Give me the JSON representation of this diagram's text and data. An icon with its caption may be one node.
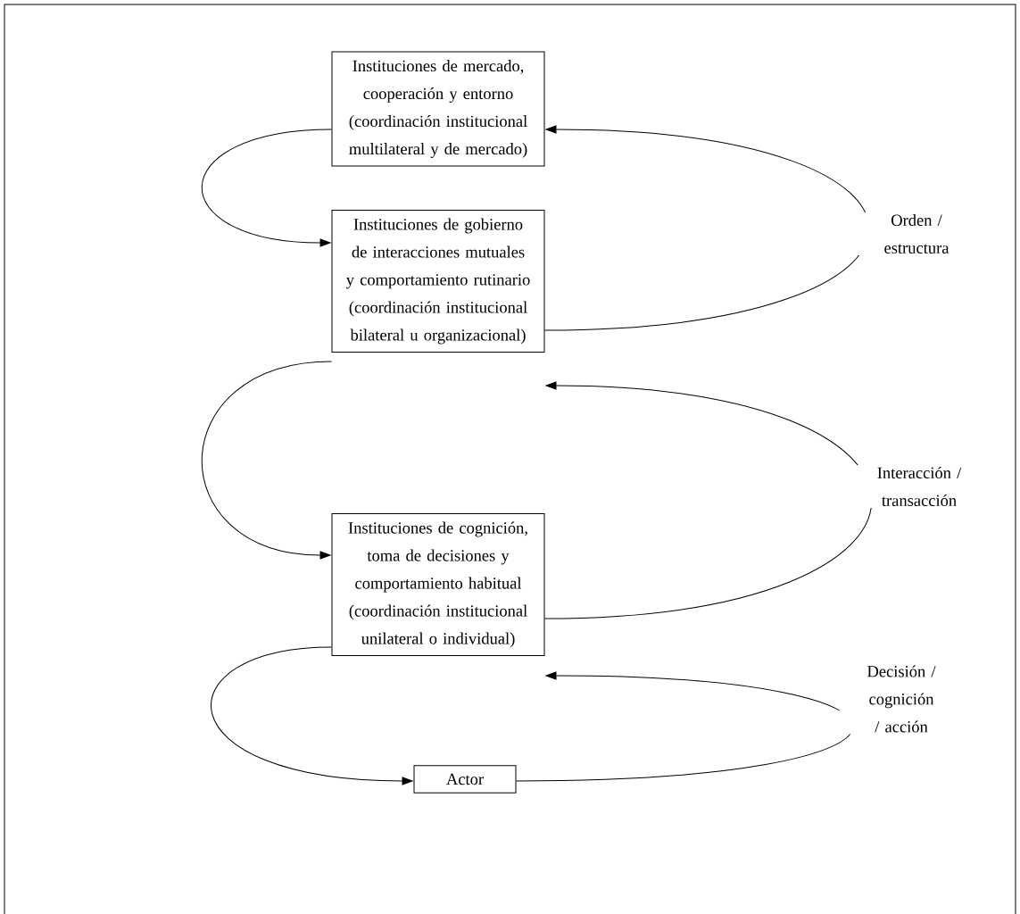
{
  "diagram": {
    "nodes": [
      {
        "text": [
          "Instituciones de mercado, cooperación y entorno (coordinación institucional multilateral y de mercado)"
        ]
      },
      {
        "text": [
          "Instituciones de gobierno de interacciones mutuales y comportamiento rutinario (coordinación institucional bilateral u organizacional)"
        ]
      },
      {
        "text": [
          "Instituciones de cognición, toma de decisiones y comportamiento habitual (coordinación institucional unilateral o individual)"
        ]
      },
      {
        "text": [
          "Actor"
        ]
      }
    ],
    "edges": [
      {
        "from": 0,
        "to": 1,
        "arrow": "to"
      },
      {
        "from": 1,
        "to": 0,
        "arrow": "to",
        "label": "Orden / estructura"
      },
      {
        "from": 1,
        "to": 2,
        "arrow": "to"
      },
      {
        "from": 2,
        "to": 1,
        "arrow": "to",
        "label": "Interacción / transacción"
      },
      {
        "from": 2,
        "to": 3,
        "arrow": "to"
      },
      {
        "from": 3,
        "to": 2,
        "arrow": "to",
        "label": "Decisión / cognición / acción"
      }
    ]
  }
}
